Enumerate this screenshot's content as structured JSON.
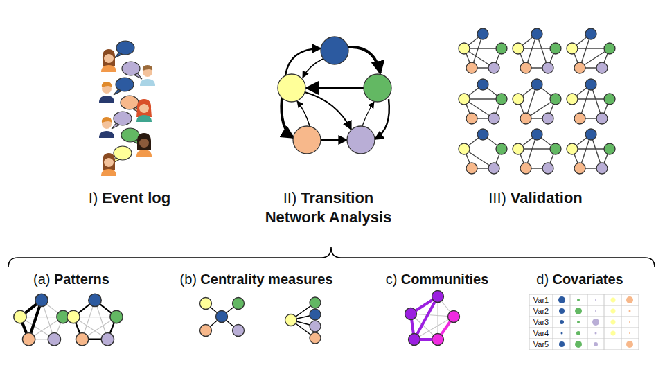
{
  "diagram": {
    "labels": [
      "I)",
      "Event log",
      "II)",
      "Transition Network Analysis",
      "III)",
      "Validation",
      "(a)",
      "Patterns",
      "(b)",
      "Centrality measures",
      "c)",
      "Communities",
      "d)",
      "Covariates",
      "Var1",
      "Var2",
      "Var3",
      "Var4",
      "Var5"
    ]
  }
}
